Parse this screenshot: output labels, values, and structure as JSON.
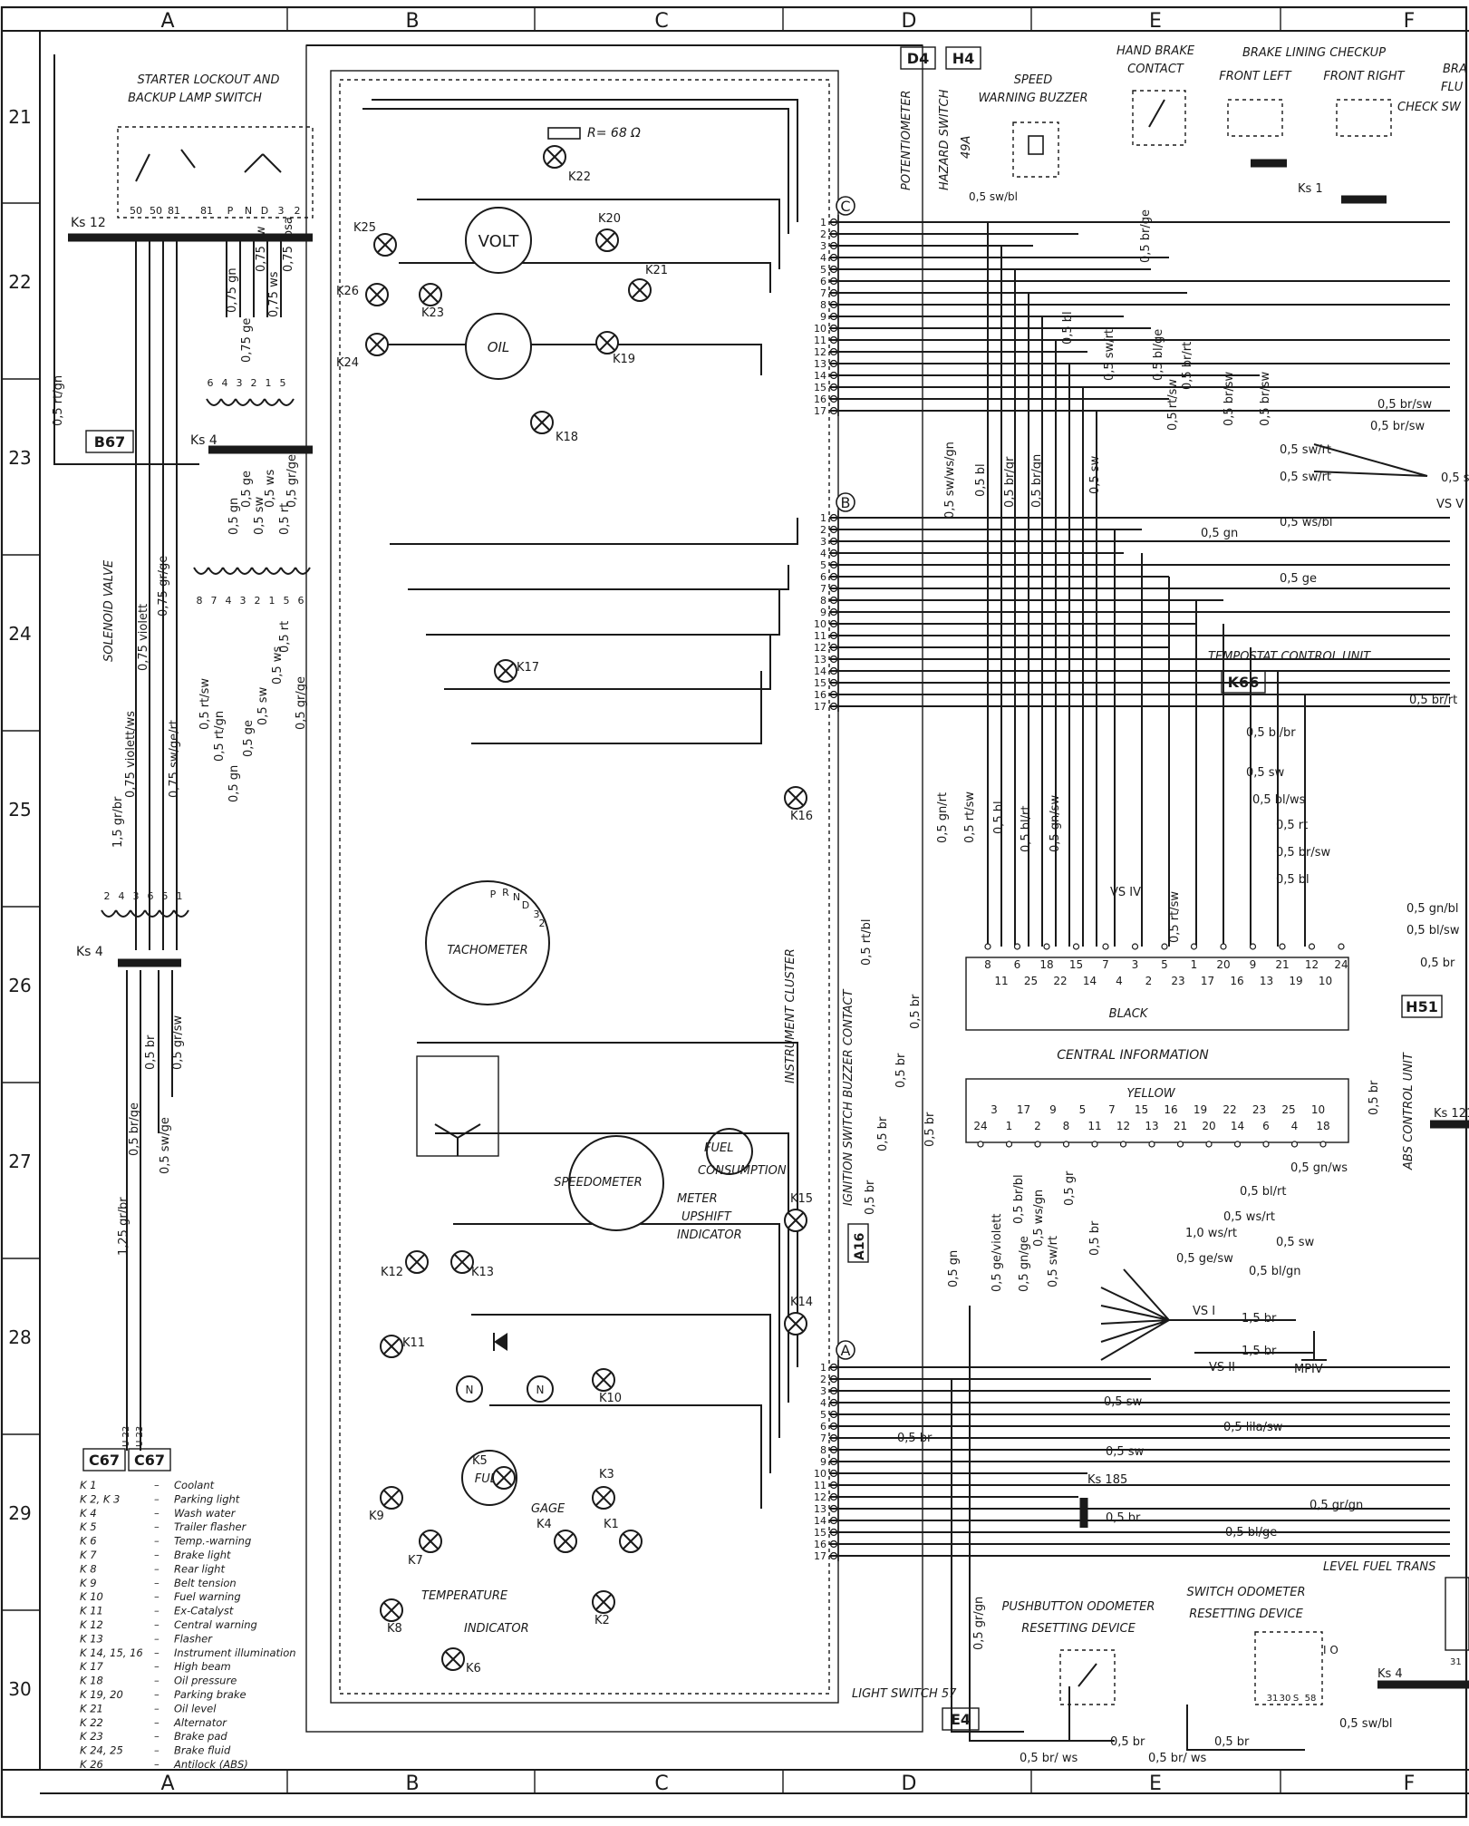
{
  "grid": {
    "columns": [
      "A",
      "B",
      "C",
      "D",
      "E",
      "F"
    ],
    "rows": [
      "21",
      "22",
      "23",
      "24",
      "25",
      "26",
      "27",
      "28",
      "29",
      "30"
    ]
  },
  "components": {
    "starter_switch": {
      "title_1": "STARTER LOCKOUT AND",
      "title_2": "BACKUP LAMP SWITCH",
      "pins": [
        "50",
        "50",
        "81",
        "81",
        "P",
        "N",
        "D",
        "3",
        "2"
      ]
    },
    "potentiometer": "POTENTIOMETER",
    "hazard_switch": "HAZARD SWITCH",
    "hazard_pin": "49A",
    "ref_d4": "D4",
    "ref_h4": "H4",
    "speed_buzzer_1": "SPEED",
    "speed_buzzer_2": "WARNING BUZZER",
    "hand_brake_1": "HAND BRAKE",
    "hand_brake_2": "CONTACT",
    "brake_lining": "BRAKE LINING CHECKUP",
    "front_left": "FRONT LEFT",
    "front_right": "FRONT RIGHT",
    "brake_fluid_1": "BRA",
    "brake_fluid_2": "FLU",
    "brake_fluid_3": "CHECK SW",
    "resistor": "R= 68 Ω",
    "volt": "VOLT",
    "oil": "OIL",
    "b67": "B67",
    "solenoid": "SOLENOID VALVE",
    "tachometer": "TACHOMETER",
    "tacho_pins": [
      "P",
      "R",
      "N",
      "D",
      "3",
      "2"
    ],
    "speedometer": "SPEEDOMETER",
    "meter_1": "METER",
    "meter_2": "UPSHIFT",
    "meter_3": "INDICATOR",
    "fuel_cons_1": "FUEL",
    "fuel_cons_2": "CONSUMPTION",
    "instrument_cluster": "INSTRUMENT CLUSTER",
    "ignition_buzzer": "IGNITION SWITCH BUZZER CONTACT",
    "a16": "A16",
    "fuel": "FUEL",
    "gage": "GAGE",
    "temperature": "TEMPERATURE",
    "indicator": "INDICATOR",
    "tempostat": "TEMPOSTAT CONTROL UNIT",
    "k66": "K66",
    "central_info": "CENTRAL INFORMATION",
    "black": "BLACK",
    "yellow": "YELLOW",
    "black_top": [
      "8",
      "6",
      "18",
      "15",
      "7",
      "3",
      "5",
      "1",
      "20",
      "9",
      "21",
      "12",
      "24"
    ],
    "black_bottom": [
      "11",
      "25",
      "22",
      "14",
      "4",
      "2",
      "23",
      "17",
      "16",
      "13",
      "19",
      "10"
    ],
    "yellow_top": [
      "3",
      "17",
      "9",
      "5",
      "7",
      "15",
      "16",
      "19",
      "22",
      "23",
      "25",
      "10"
    ],
    "yellow_bottom": [
      "24",
      "1",
      "2",
      "8",
      "11",
      "12",
      "13",
      "21",
      "20",
      "14",
      "6",
      "4",
      "18"
    ],
    "h51": "H51",
    "abs_unit": "ABS CONTROL UNIT",
    "ks121": "Ks 121",
    "pushbutton_1": "PUSHBUTTON ODOMETER",
    "pushbutton_2": "RESETTING DEVICE",
    "switch_odo_1": "SWITCH ODOMETER",
    "switch_odo_2": "RESETTING DEVICE",
    "level_fuel": "LEVEL FUEL TRANS",
    "light_switch": "LIGHT SWITCH 57",
    "e4": "E4",
    "io": "I O",
    "odo_pins": [
      "31",
      "30",
      "S",
      "58"
    ],
    "lfe_pin": "31",
    "vsi": "VS I",
    "vsii": "VS II",
    "vsiv": "VS IV",
    "vsv": "VS V",
    "mpiv": "MPIV",
    "ks12": "Ks 12",
    "ks4": "Ks 4",
    "ks1": "Ks 1",
    "ks185": "Ks 185",
    "c67a": "C67",
    "c67b": "C67",
    "u22": "U 22",
    "u23": "U 23",
    "conn_c": "C",
    "conn_b": "B",
    "conn_a": "A"
  },
  "lamps": [
    "K 25",
    "K 26",
    "K 23",
    "K 24",
    "K 20",
    "K 21",
    "K 19",
    "K 22",
    "K 18",
    "K 17",
    "K 16",
    "K 15",
    "K 14",
    "K 12",
    "K 13",
    "K 11",
    "K 10",
    "K 9",
    "K 8",
    "K 7",
    "K 5",
    "K 4",
    "K 3",
    "K 1",
    "K 2",
    "K 6"
  ],
  "connector_pins": [
    "1",
    "2",
    "3",
    "4",
    "5",
    "6",
    "7",
    "8",
    "9",
    "10",
    "11",
    "12",
    "13",
    "14",
    "15",
    "16",
    "17"
  ],
  "plug_top": [
    "6",
    "4",
    "3",
    "2",
    "1",
    "5"
  ],
  "plug_mid": [
    "8",
    "7",
    "4",
    "3",
    "2",
    "1",
    "5",
    "6"
  ],
  "plug_bottom": [
    "2",
    "4",
    "3",
    "6",
    "5",
    "1"
  ],
  "wire_labels": {
    "w075gn": "0,75 gn",
    "w075sw": "0,75 sw",
    "w075ws": "0,75 ws",
    "w075rosa": "0,75 rosa",
    "w075ge": "0,75 ge",
    "w05ge_a": "0,5 ge",
    "w05ws_a": "0,5 ws",
    "w05grge_a": "0,5 gr/ge",
    "w05rtgn": "0,5 rt/gn",
    "w05gn_b": "0,5 gn",
    "w05sw_b": "0,5 sw",
    "w05rt_b": "0,5 rt",
    "w075grge": "0,75 gr/ge",
    "w075violett": "0,75 violett",
    "w075violettws": "0,75 violett/ws",
    "w075swgert": "0,75 sw/ge/rt",
    "w15grbr": "1,5 gr/br",
    "w05rtsw": "0,5 rt/sw",
    "w05rtgn2": "0,5 rt/gn",
    "w05gn_c": "0,5 gn",
    "w05ge_c": "0,5 ge",
    "w05sw_c": "0,5 sw",
    "w05ws_c": "0,5 ws",
    "w05rt_c": "0,5 rt",
    "w05grge_c": "0,5 gr/ge",
    "w05br_a": "0,5 br",
    "w05grsw": "0,5 gr/sw",
    "w05brge": "0,5 br/ge",
    "w05swge": "0,5 sw/ge",
    "w125grbr": "1,25 gr/br",
    "w05swbl_top": "0,5 sw/bl",
    "w05brge_top": "0,5 br/ge",
    "w05bl_top": "0,5 bl",
    "w05swrt_top": "0,5 sw/rt",
    "w05blge": "0,5 bl/ge",
    "w05rtsw_top": "0,5 rt/sw",
    "w05brrt_top": "0,5 br/rt",
    "w05brsw1": "0,5 br/sw",
    "w05brsw2": "0,5 br/sw",
    "w05brsw_r1": "0,5 br/sw",
    "w05brsw_r2": "0,5 br/sw",
    "w05swrt_r1": "0,5 sw/rt",
    "w05swrt_r2": "0,5 sw/rt",
    "w05s_r": "0,5 s",
    "w05wsbl_r": "0,5 ws/bl",
    "w05gn_r": "0,5 gn",
    "w05ge_r": "0,5 ge",
    "w05brrt_r": "0,5 br/rt",
    "w05swwsgn": "0,5 sw/ws/gn",
    "w05bl_d": "0,5 bl",
    "w05brgr": "0,5 br/gr",
    "w05brgn": "0,5 br/gn",
    "w05sw_d": "0,5 sw",
    "w05blbr": "0,5 bl/br",
    "w05sw_e": "0,5 sw",
    "w05blws": "0,5 bl/ws",
    "w05rt_e": "0,5 rt",
    "w05brsw_e": "0,5 br/sw",
    "w05bl_e": "0,5 bl",
    "w05gnbl": "0,5 gn/bl",
    "w05blsw": "0,5 bl/sw",
    "w05br_e": "0,5 br",
    "w05gnrt": "0,5 gn/rt",
    "w05rtsw_d": "0,5 rt/sw",
    "w05bl_d2": "0,5 bl",
    "w05blrt": "0,5 bl/rt",
    "w05gnsw": "0,5 gn/sw",
    "w05rtsw_v": "0,5 rt/sw",
    "w05rtbl": "0,5 rt/bl",
    "w05br_v1": "0,5 br",
    "w05br_v2": "0,5 br",
    "w05br_v3": "0,5 br",
    "w05br_v4": "0,5 br",
    "w05br_v5": "0,5 br",
    "w05gn_v": "0,5 gn",
    "w05geviolett": "0,5 ge/violett",
    "w05brbl": "0,5 br/bl",
    "w05gnge": "0,5 gn/ge",
    "w05wsgn": "0,5 ws/gn",
    "w05swrt_v": "0,5 sw/rt",
    "w05gr_v": "0,5 gr",
    "w05br_v6": "0,5 br",
    "w05gnws": "0,5 gn/ws",
    "w05blrt_y": "0,5 bl/rt",
    "w05wsrt": "0,5 ws/rt",
    "w10wsrt": "1,0 ws/rt",
    "w05sw_y": "0,5 sw",
    "w05gesw": "0,5 ge/sw",
    "w05blgn": "0,5 bl/gn",
    "w15br1": "1,5 br",
    "w15br2": "1,5 br",
    "w05sw_a1": "0,5 sw",
    "w05br_a1": "0,5 br",
    "w05lilasw": "0,5 lila/sw",
    "w05sw_a2": "0,5 sw",
    "w05br_a2": "0,5 br",
    "w05grgn": "0,5 gr/gn",
    "w05blge_a": "0,5 bl/ge",
    "w05br_ws1": "0,5 br/ ws",
    "w05br_e1": "0,5 br",
    "w05brws2": "0,5 br/ ws",
    "w05br_e2": "0,5 br",
    "w05swbl_b": "0,5 sw/bl",
    "w05grgn_v": "0,5 gr/gn",
    "w05br_v7": "0,5 br"
  },
  "legend": [
    {
      "code": "K 1",
      "desc": "Coolant"
    },
    {
      "code": "K 2, K 3",
      "desc": "Parking light"
    },
    {
      "code": "K 4",
      "desc": "Wash water"
    },
    {
      "code": "K 5",
      "desc": "Trailer flasher"
    },
    {
      "code": "K 6",
      "desc": "Temp.-warning"
    },
    {
      "code": "K 7",
      "desc": "Brake light"
    },
    {
      "code": "K 8",
      "desc": "Rear light"
    },
    {
      "code": "K 9",
      "desc": "Belt tension"
    },
    {
      "code": "K 10",
      "desc": "Fuel warning"
    },
    {
      "code": "K 11",
      "desc": "Ex-Catalyst"
    },
    {
      "code": "K 12",
      "desc": "Central warning"
    },
    {
      "code": "K 13",
      "desc": "Flasher"
    },
    {
      "code": "K 14, 15, 16",
      "desc": "Instrument illumination"
    },
    {
      "code": "K 17",
      "desc": "High beam"
    },
    {
      "code": "K 18",
      "desc": "Oil pressure"
    },
    {
      "code": "K 19, 20",
      "desc": "Parking brake"
    },
    {
      "code": "K 21",
      "desc": "Oil level"
    },
    {
      "code": "K 22",
      "desc": "Alternator"
    },
    {
      "code": "K 23",
      "desc": "Brake pad"
    },
    {
      "code": "K 24, 25",
      "desc": "Brake fluid"
    },
    {
      "code": "K 26",
      "desc": "Antilock (ABS)"
    }
  ]
}
